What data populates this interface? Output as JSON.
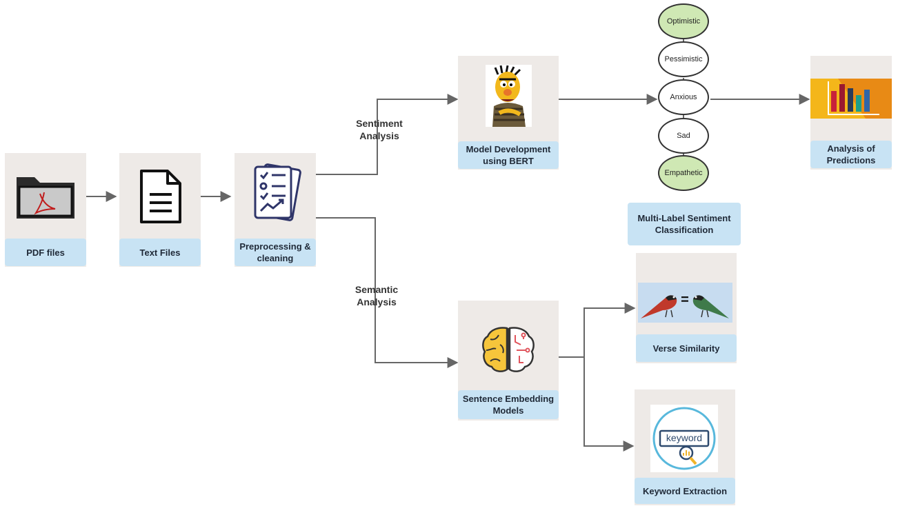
{
  "nodes": {
    "pdf": {
      "label": "PDF files"
    },
    "text": {
      "label": "Text Files"
    },
    "preprocess": {
      "label": "Preprocessing & cleaning"
    },
    "bert": {
      "label": "Model Development using BERT"
    },
    "multilabel": {
      "label": "Multi-Label Sentiment Classification"
    },
    "analysis": {
      "label": "Analysis of Predictions"
    },
    "embedding": {
      "label": "Sentence Embedding Models"
    },
    "similarity": {
      "label": "Verse Similarity"
    },
    "keyword": {
      "label": "Keyword Extraction"
    }
  },
  "edges": {
    "sentiment": {
      "line1": "Sentiment",
      "line2": "Analysis"
    },
    "semantic": {
      "line1": "Semantic",
      "line2": "Analysis"
    }
  },
  "sentiments": [
    {
      "label": "Optimistic",
      "highlight": true
    },
    {
      "label": "Pessimistic",
      "highlight": false
    },
    {
      "label": "Anxious",
      "highlight": false
    },
    {
      "label": "Sad",
      "highlight": false
    },
    {
      "label": "Empathetic",
      "highlight": true
    }
  ],
  "icons": {
    "keyword_word": "keyword",
    "equals": "="
  },
  "colors": {
    "card_bg": "#eeeae7",
    "label_bg": "#c8e3f4",
    "highlight_oval": "#cfe8b4",
    "arrow": "#666666"
  }
}
